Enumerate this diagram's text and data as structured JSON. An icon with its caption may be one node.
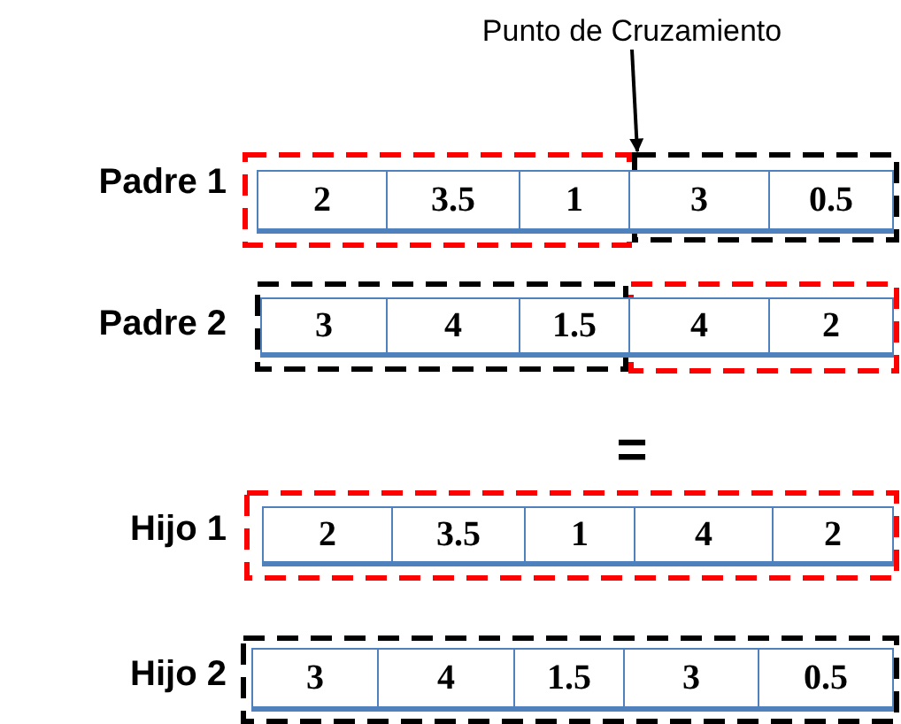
{
  "diagram": {
    "nodes": [
      {
        "text": [
          "Punto de Cruzamiento"
        ]
      },
      {
        "text": [],
        "shape": "box"
      },
      {
        "text": [],
        "shape": "box"
      },
      {
        "text": [],
        "shape": "box"
      },
      {
        "text": [],
        "shape": "box"
      },
      {
        "text": [],
        "shape": "box"
      },
      {
        "text": [],
        "shape": "box"
      }
    ],
    "edges": [
      {
        "from": 0,
        "to": 2,
        "arrow": "to"
      }
    ],
    "labels": [
      "Padre 1",
      "2",
      "3.5",
      "1",
      "3",
      "0.5",
      "Padre 2",
      "3",
      "4",
      "1.5",
      "4",
      "2",
      "=",
      "Hijo 1",
      "2",
      "3.5",
      "1",
      "4",
      "2",
      "Hijo 2",
      "3",
      "4",
      "1.5",
      "3",
      "0.5"
    ]
  }
}
